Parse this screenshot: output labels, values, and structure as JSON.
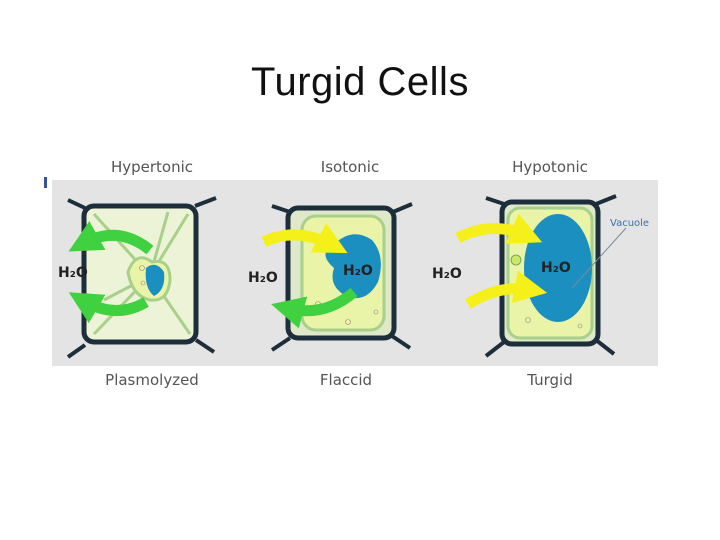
{
  "slide": {
    "title": "Turgid Cells"
  },
  "diagram": {
    "columns": [
      {
        "solution": "Hypertonic",
        "state": "Plasmolyzed",
        "water": "H₂O"
      },
      {
        "solution": "Isotonic",
        "state": "Flaccid",
        "water": "H₂O",
        "water_inside": "H₂O"
      },
      {
        "solution": "Hypotonic",
        "state": "Turgid",
        "water": "H₂O",
        "water_inside": "H₂O",
        "vacuole_label": "Vacuole"
      }
    ],
    "colors": {
      "background": "#e4e4e4",
      "cell_wall": "#1d2e3b",
      "cytoplasm": "#e9f4a8",
      "membrane": "#a8d08a",
      "vacuole": "#1a8fc0",
      "arrow_out": "#3fd13f",
      "arrow_in": "#f5ef1a"
    }
  }
}
